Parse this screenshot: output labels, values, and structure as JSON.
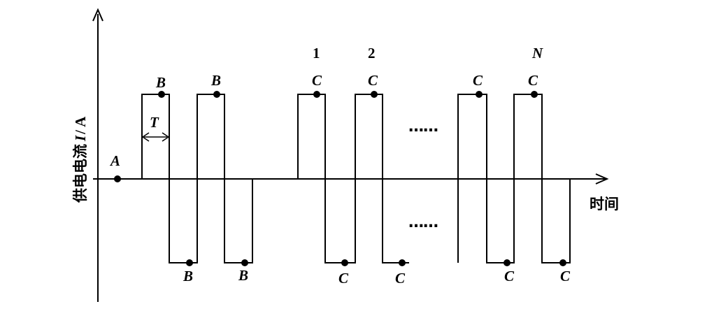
{
  "axes": {
    "x_label": "时间",
    "y_label": "供电电流",
    "y_symbol": "I",
    "y_unit": "/ A"
  },
  "point_labels": {
    "a": "A",
    "b": "B",
    "c": "C"
  },
  "period_label": "T",
  "cycle_labels": [
    "1",
    "2",
    "N"
  ],
  "ellipsis": "……"
}
